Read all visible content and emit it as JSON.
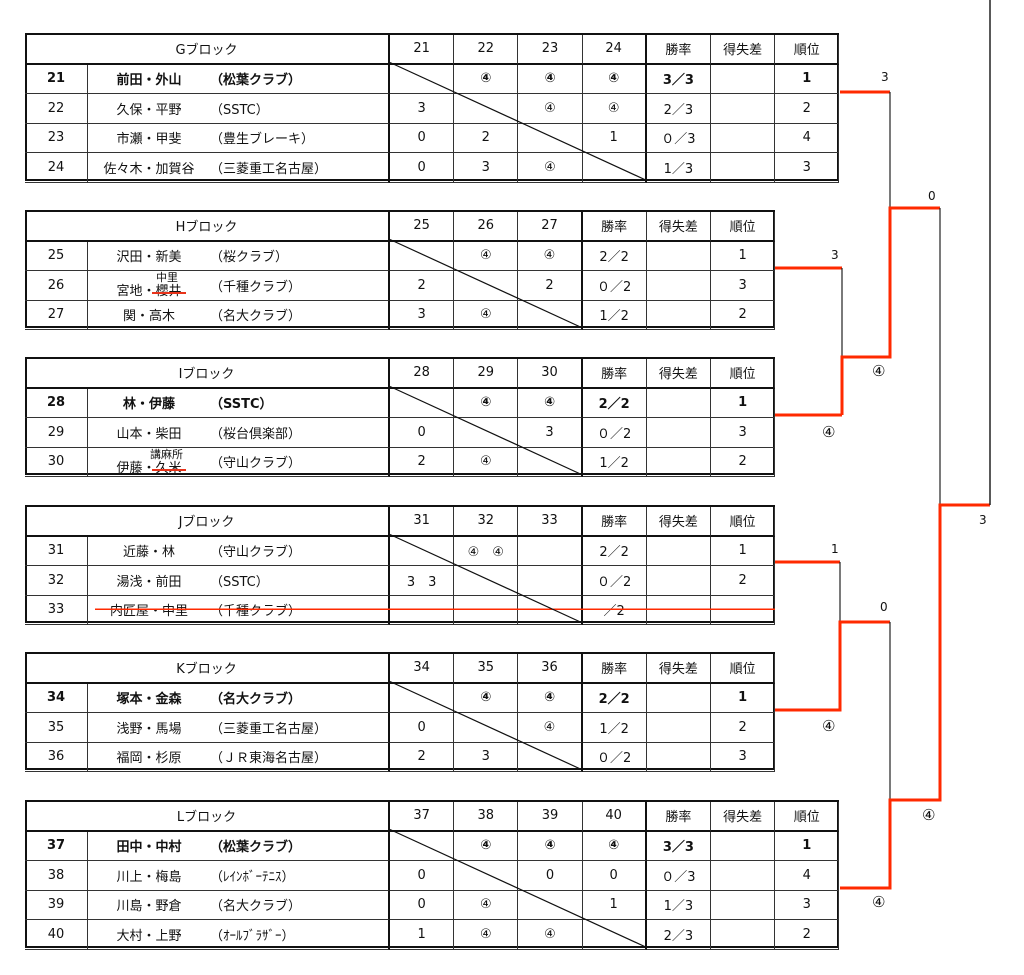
{
  "colors": {
    "red": "#ff2a00",
    "line": "#111111"
  },
  "blocks": [
    {
      "title": "Gブロック",
      "nums": [
        "21",
        "22",
        "23",
        "24"
      ],
      "stats": [
        "勝率",
        "得失差",
        "順位"
      ],
      "rows": [
        {
          "no": "21",
          "name": "前田・外山",
          "team": "（松葉クラブ）",
          "res": [
            "",
            "④",
            "④",
            "④"
          ],
          "rate": "3／3",
          "diff": "",
          "rank": "1",
          "bold": true
        },
        {
          "no": "22",
          "name": "久保・平野",
          "team": "（SSTC）",
          "res": [
            "3",
            "",
            "④",
            "④"
          ],
          "rate": "2／3",
          "diff": "",
          "rank": "2"
        },
        {
          "no": "23",
          "name": "市瀬・甲斐",
          "team": "（豊生ブレーキ）",
          "res": [
            "0",
            "2",
            "",
            "1"
          ],
          "rate": "０／3",
          "diff": "",
          "rank": "4"
        },
        {
          "no": "24",
          "name": "佐々木・加賀谷",
          "team": "（三菱重工名古屋）",
          "res": [
            "0",
            "3",
            "④",
            ""
          ],
          "rate": "1／3",
          "diff": "",
          "rank": "3"
        }
      ]
    },
    {
      "title": "Hブロック",
      "nums": [
        "25",
        "26",
        "27"
      ],
      "stats": [
        "勝率",
        "得失差",
        "順位"
      ],
      "rows": [
        {
          "no": "25",
          "name": "沢田・新美",
          "team": "（桜クラブ）",
          "res": [
            "",
            "④",
            "④"
          ],
          "rate": "2／2",
          "diff": "",
          "rank": "1"
        },
        {
          "no": "26",
          "name_prefix": "宮地・",
          "correction": "中里",
          "struck": "櫻井",
          "team": "（千種クラブ）",
          "res": [
            "2",
            "",
            "2"
          ],
          "rate": "０／2",
          "diff": "",
          "rank": "3"
        },
        {
          "no": "27",
          "name": "関・高木",
          "team": "（名大クラブ）",
          "res": [
            "3",
            "④",
            ""
          ],
          "rate": "1／2",
          "diff": "",
          "rank": "2"
        }
      ]
    },
    {
      "title": "Iブロック",
      "nums": [
        "28",
        "29",
        "30"
      ],
      "stats": [
        "勝率",
        "得失差",
        "順位"
      ],
      "rows": [
        {
          "no": "28",
          "name": "林・伊藤",
          "team": "（SSTC）",
          "res": [
            "",
            "④",
            "④"
          ],
          "rate": "2／2",
          "diff": "",
          "rank": "1",
          "bold": true
        },
        {
          "no": "29",
          "name": "山本・柴田",
          "team": "（桜台倶楽部）",
          "res": [
            "0",
            "",
            "3"
          ],
          "rate": "０／2",
          "diff": "",
          "rank": "3"
        },
        {
          "no": "30",
          "name_prefix": "伊藤・",
          "correction": "講麻所",
          "struck": "久米",
          "team": "（守山クラブ）",
          "res": [
            "2",
            "④",
            ""
          ],
          "rate": "1／2",
          "diff": "",
          "rank": "2"
        }
      ]
    },
    {
      "title": "Jブロック",
      "nums": [
        "31",
        "32",
        "33"
      ],
      "stats": [
        "勝率",
        "得失差",
        "順位"
      ],
      "rows": [
        {
          "no": "31",
          "name": "近藤・林",
          "team": "（守山クラブ）",
          "res": [
            "",
            "④　④",
            ""
          ],
          "rate": "2／2",
          "diff": "",
          "rank": "1"
        },
        {
          "no": "32",
          "name": "湯浅・前田",
          "team": "（SSTC）",
          "res": [
            "3　3",
            "",
            ""
          ],
          "rate": "０／2",
          "diff": "",
          "rank": "2"
        },
        {
          "no": "33",
          "name": "内匠屋・中里",
          "team": "（千種クラブ）",
          "res": [
            "",
            "",
            ""
          ],
          "rate": "／2",
          "diff": "",
          "rank": "",
          "withdrawn": true
        }
      ]
    },
    {
      "title": "Kブロック",
      "nums": [
        "34",
        "35",
        "36"
      ],
      "stats": [
        "勝率",
        "得失差",
        "順位"
      ],
      "rows": [
        {
          "no": "34",
          "name": "塚本・金森",
          "team": "（名大クラブ）",
          "res": [
            "",
            "④",
            "④"
          ],
          "rate": "2／2",
          "diff": "",
          "rank": "1",
          "bold": true
        },
        {
          "no": "35",
          "name": "浅野・馬場",
          "team": "（三菱重工名古屋）",
          "res": [
            "0",
            "",
            "④"
          ],
          "rate": "1／2",
          "diff": "",
          "rank": "2"
        },
        {
          "no": "36",
          "name": "福岡・杉原",
          "team": "（ＪＲ東海名古屋）",
          "res": [
            "2",
            "3",
            ""
          ],
          "rate": "０／2",
          "diff": "",
          "rank": "3"
        }
      ]
    },
    {
      "title": "Lブロック",
      "nums": [
        "37",
        "38",
        "39",
        "40"
      ],
      "stats": [
        "勝率",
        "得失差",
        "順位"
      ],
      "rows": [
        {
          "no": "37",
          "name": "田中・中村",
          "team": "（松葉クラブ）",
          "res": [
            "",
            "④",
            "④",
            "④"
          ],
          "rate": "3／3",
          "diff": "",
          "rank": "1",
          "bold": true
        },
        {
          "no": "38",
          "name": "川上・梅島",
          "team": "（ﾚｲﾝﾎﾞｰﾃﾆｽ）",
          "res": [
            "0",
            "",
            "0",
            "0"
          ],
          "rate": "０／3",
          "diff": "",
          "rank": "4"
        },
        {
          "no": "39",
          "name": "川島・野倉",
          "team": "（名大クラブ）",
          "res": [
            "0",
            "④",
            "",
            "1"
          ],
          "rate": "1／3",
          "diff": "",
          "rank": "3"
        },
        {
          "no": "40",
          "name": "大村・上野",
          "team": "（ｵｰﾙﾌﾞﾗｻﾞｰ）",
          "res": [
            "1",
            "④",
            "④",
            ""
          ],
          "rate": "2／3",
          "diff": "",
          "rank": "2"
        }
      ]
    }
  ],
  "bracket_scores": [
    "3",
    "0",
    "3",
    "④",
    "④",
    "3",
    "1",
    "0",
    "④",
    "④",
    "④"
  ]
}
